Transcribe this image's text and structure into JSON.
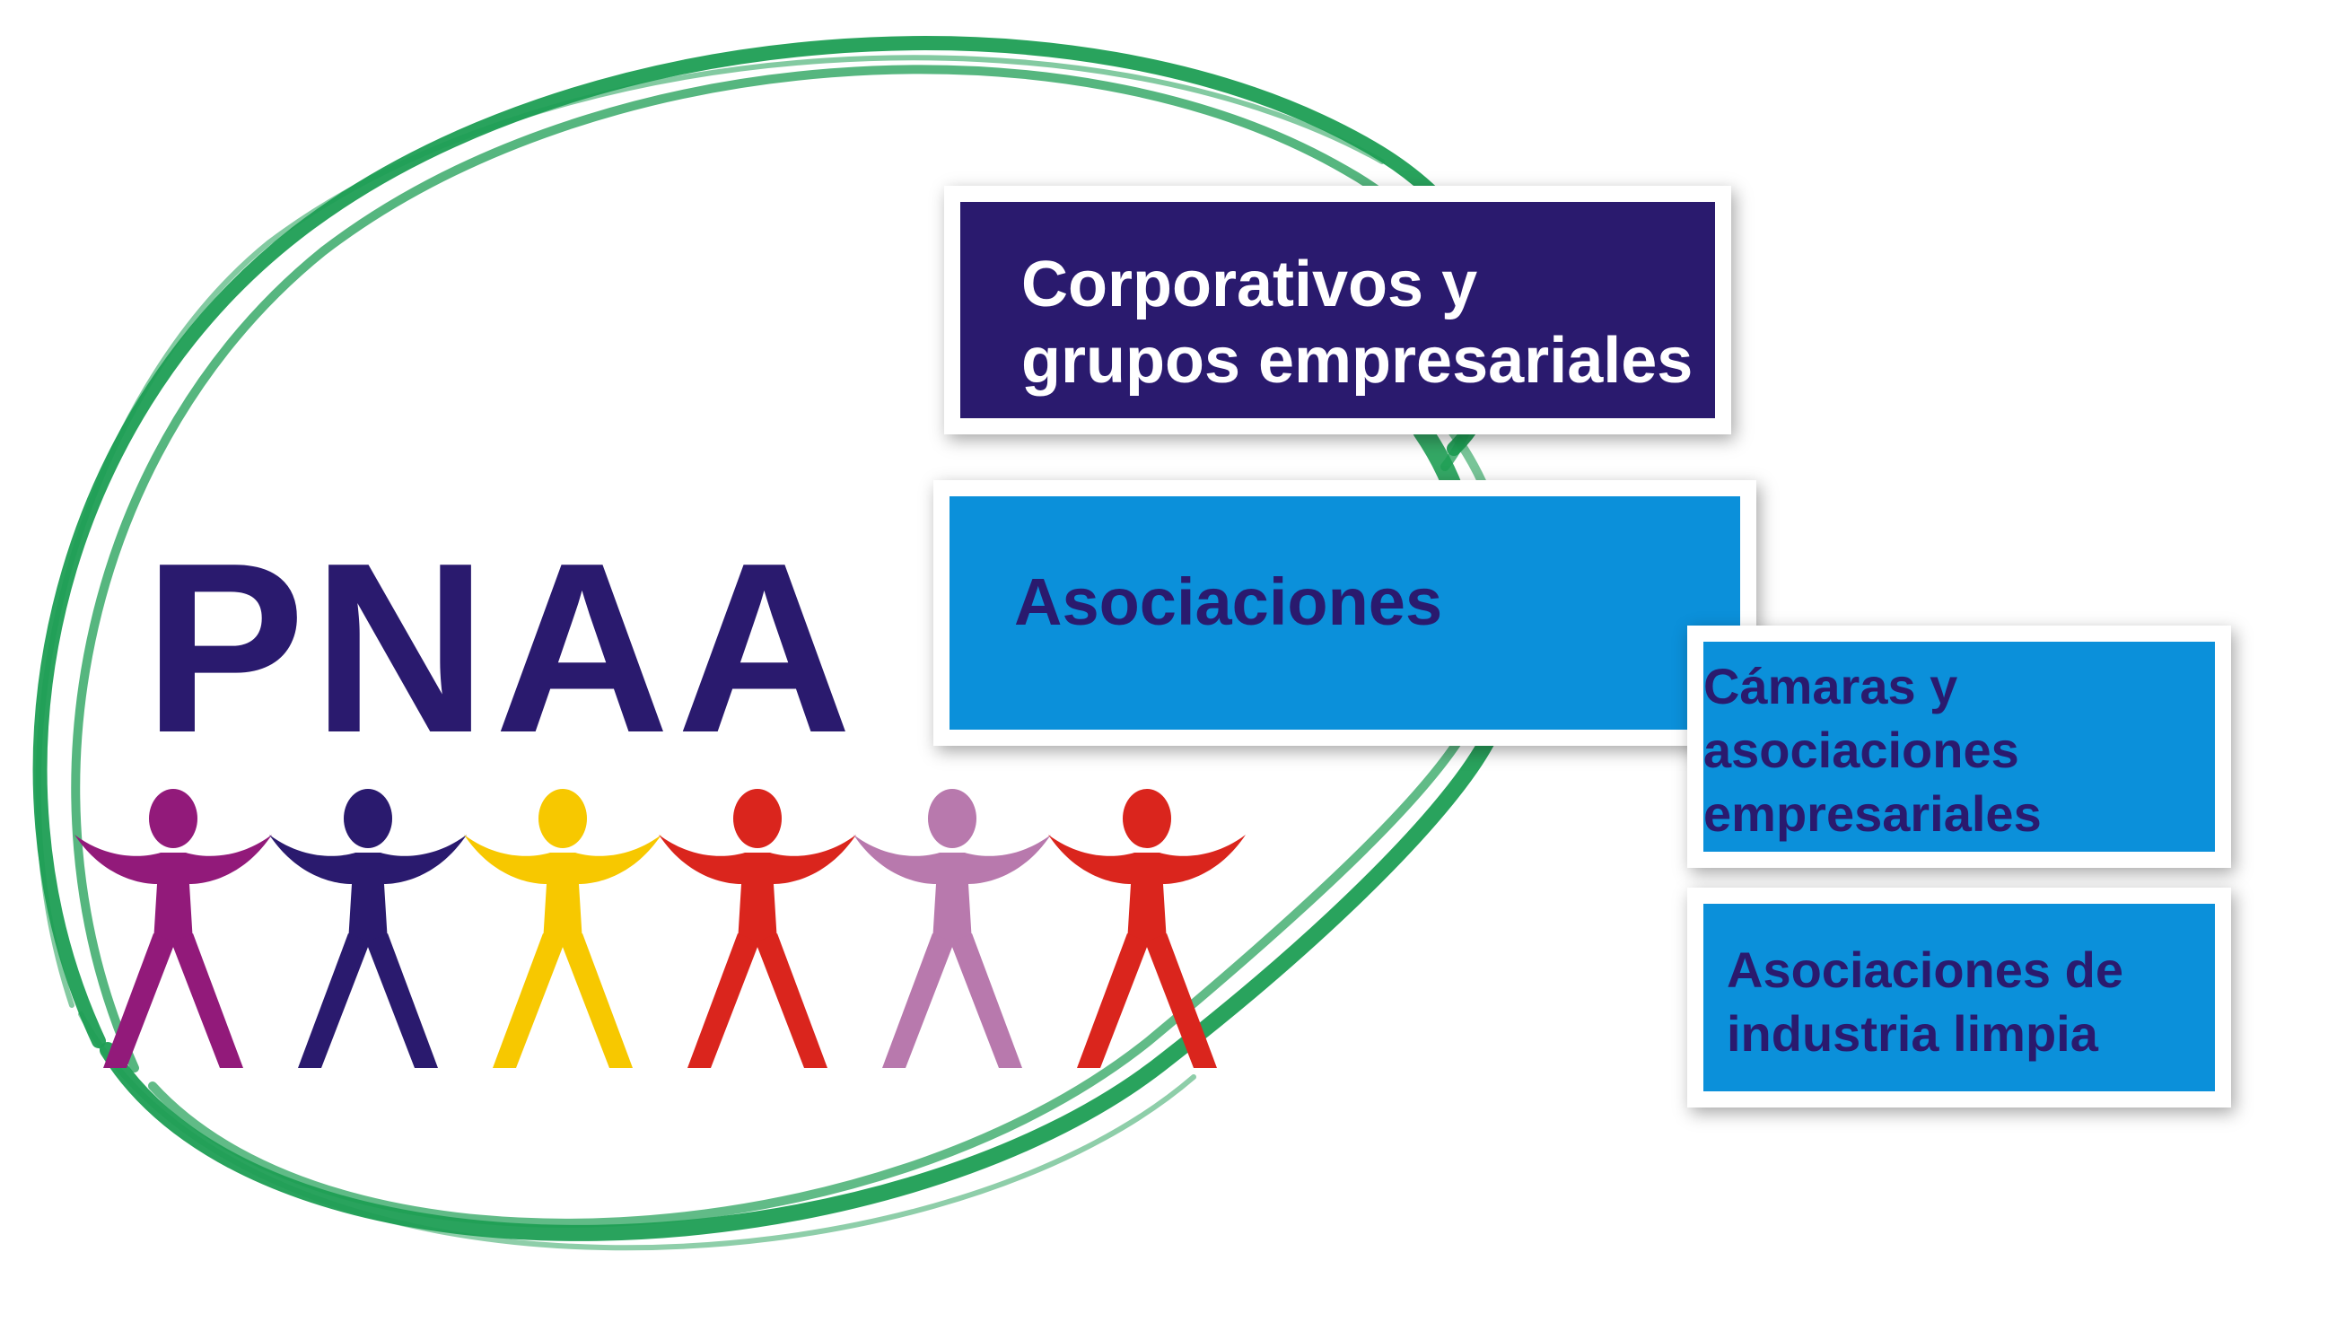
{
  "logo": {
    "text": "PNAA",
    "ring_color": "#1e9e54",
    "figure_colors": [
      "#921a7a",
      "#2a1a6e",
      "#f7c800",
      "#da251d",
      "#b879ad",
      "#da251d"
    ]
  },
  "boxes": {
    "corporativos": {
      "text": "Corporativos y\ngrupos empresariales",
      "bg": "#2a1a6e",
      "fg": "#ffffff"
    },
    "asociaciones": {
      "text": "Asociaciones",
      "bg": "#0b90da",
      "fg": "#2a1a6e"
    },
    "camaras": {
      "text": "Cámaras y\nasociaciones\nempresariales",
      "bg": "#0b90da",
      "fg": "#2a1a6e"
    },
    "industria": {
      "text": "Asociaciones de\nindustria limpia",
      "bg": "#0b90da",
      "fg": "#2a1a6e"
    }
  }
}
